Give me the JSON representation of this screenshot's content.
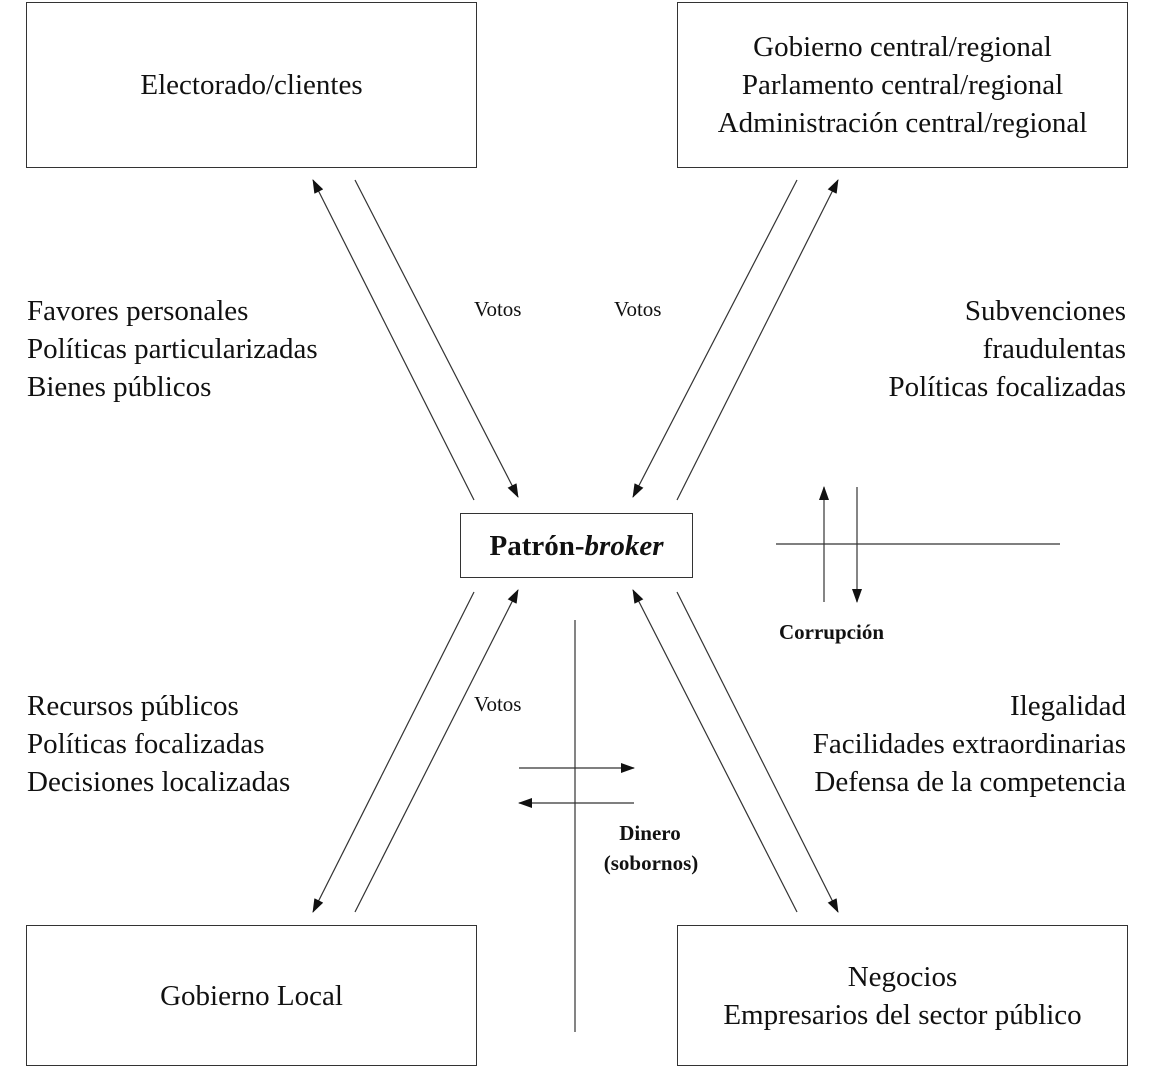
{
  "boxes": {
    "electorate": "Electorado/clientes",
    "central": [
      "Gobierno central/regional",
      "Parlamento central/regional",
      "Administración central/regional"
    ],
    "broker_plain": "Patrón-",
    "broker_italic": "broker",
    "local": "Gobierno Local",
    "business": [
      "Negocios",
      "Empresarios del sector público"
    ]
  },
  "labels": {
    "top_left": [
      "Favores personales",
      "Políticas particularizadas",
      "Bienes públicos"
    ],
    "top_right": [
      "Subvenciones",
      "fraudulentas",
      "Políticas focalizadas"
    ],
    "bottom_left": [
      "Recursos públicos",
      "Políticas focalizadas",
      "Decisiones localizadas"
    ],
    "bottom_right": [
      "Ilegalidad",
      "Facilidades extraordinarias",
      "Defensa de la competencia"
    ],
    "votes_tl": "Votos",
    "votes_tr": "Votos",
    "votes_bl": "Votos",
    "corruption": "Corrupción",
    "money": [
      "Dinero",
      "(sobornos)"
    ]
  }
}
